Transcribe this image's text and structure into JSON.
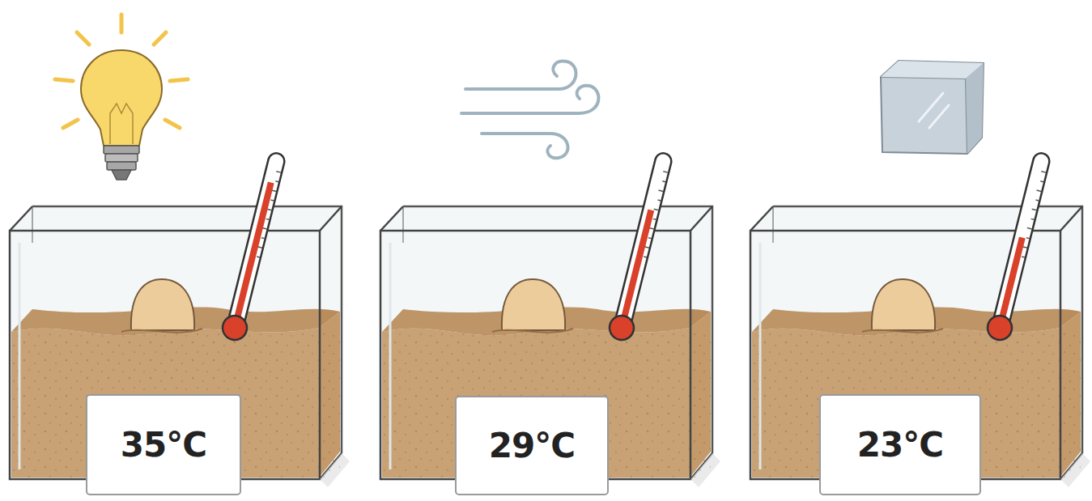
{
  "diagram": {
    "nodes": [
      {
        "text": [
          "35°C"
        ]
      },
      {
        "text": [
          "29°C"
        ]
      },
      {
        "text": [
          "23°C"
        ]
      }
    ]
  }
}
